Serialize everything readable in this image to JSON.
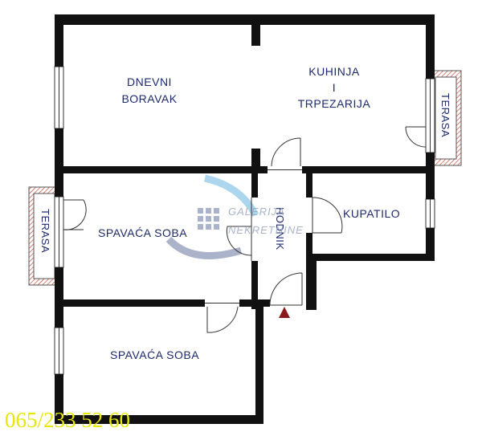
{
  "rooms": {
    "dnevni_boravak": {
      "line1": "DNEVNI",
      "line2": "BORAVAK"
    },
    "kuhinja": {
      "line1": "KUHINJA",
      "line2": "I",
      "line3": "TRPEZARIJA"
    },
    "terasa_right": "TERASA",
    "terasa_left": "TERASA",
    "spavaca_soba_1": "SPAVAĆA SOBA",
    "spavaca_soba_2": "SPAVAĆA SOBA",
    "hodnik": "HODNIK",
    "kupatilo": "KUPATILO"
  },
  "watermark": {
    "line1": "GALERIJA",
    "line2": "NEKRETNINE"
  },
  "contact": {
    "phone": "065/233 52 60"
  },
  "colors": {
    "wall": "#111111",
    "label": "#1c2a6e",
    "terrace": "#c94a3a",
    "entrance_marker": "#8b1a1a",
    "phone": "#e6e600"
  },
  "icons": {
    "entrance": "entrance-arrow-icon",
    "logo": "galerija-logo-icon"
  }
}
